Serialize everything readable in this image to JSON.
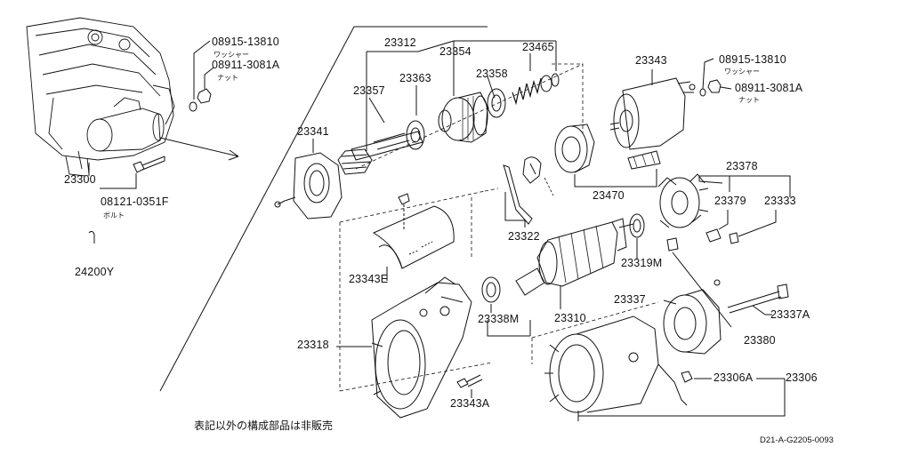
{
  "parts": {
    "p23312": "23312",
    "p23354": "23354",
    "p23465": "23465",
    "p23357": "23357",
    "p23363": "23363",
    "p23358": "23358",
    "p23343": "23343",
    "p23341": "23341",
    "p23470": "23470",
    "p23378": "23378",
    "p23379": "23379",
    "p23333": "23333",
    "p23322": "23322",
    "p23319M": "23319M",
    "p23343E": "23343E",
    "p23310": "23310",
    "p23338M": "23338M",
    "p23337": "23337",
    "p23337A": "23337A",
    "p23318": "23318",
    "p23380": "23380",
    "p23306A": "23306A",
    "p23306": "23306",
    "p23343A": "23343A",
    "p23300": "23300",
    "p24200Y": "24200Y"
  },
  "fasteners": {
    "washer_left": {
      "code": "08915-13810",
      "name": "ワッシャー"
    },
    "nut_left": {
      "code": "08911-3081A",
      "name": "ナット"
    },
    "washer_right": {
      "code": "08915-13810",
      "name": "ワッシャー"
    },
    "nut_right": {
      "code": "08911-3081A",
      "name": "ナット"
    },
    "bolt": {
      "code": "08121-0351F",
      "name": "ボルト"
    }
  },
  "footnote": "表記以外の構成部品は非販売",
  "drawing_code": "D21-A-G2205-0093"
}
